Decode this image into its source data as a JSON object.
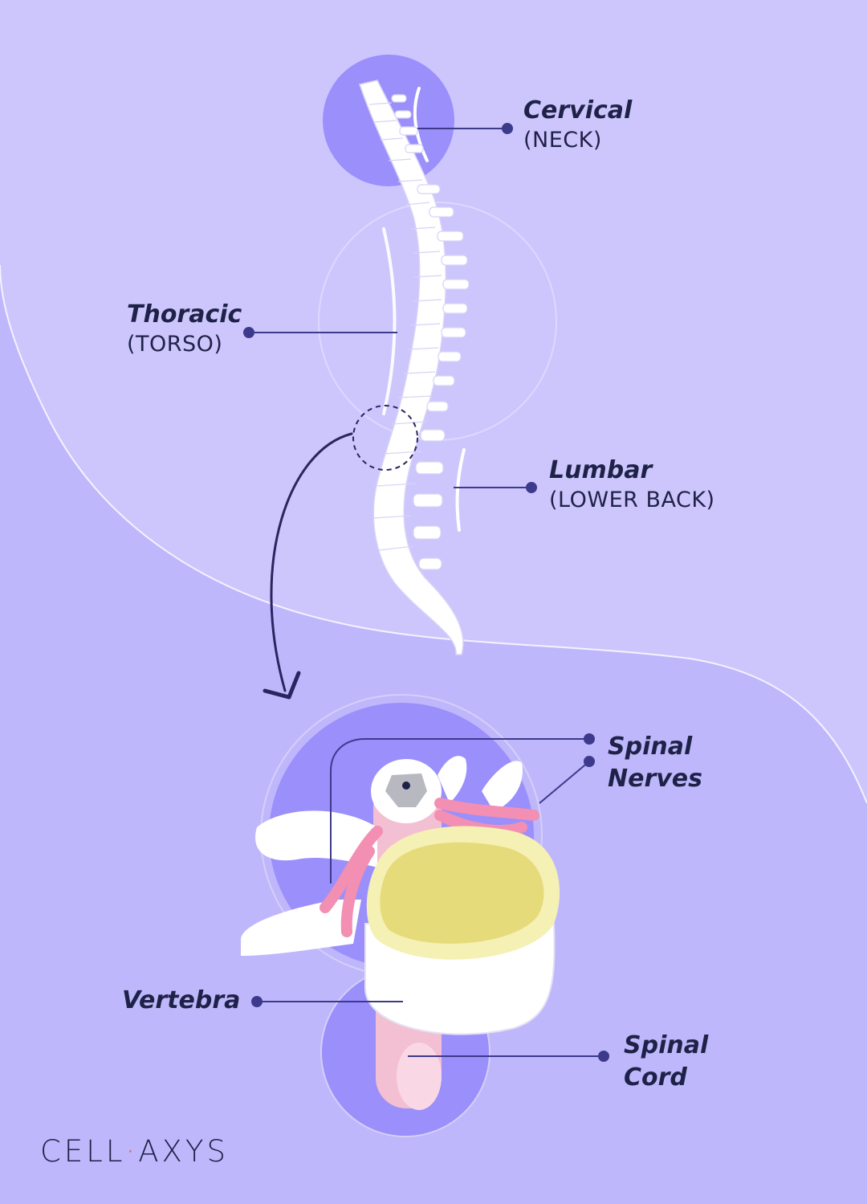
{
  "labels": {
    "cervical": {
      "name": "Cervical",
      "sub": "(NECK)"
    },
    "thoracic": {
      "name": "Thoracic",
      "sub": "(TORSO)"
    },
    "lumbar": {
      "name": "Lumbar",
      "sub": "(LOWER BACK)"
    },
    "spinal_nerves": {
      "line1": "Spinal",
      "line2": "Nerves"
    },
    "vertebra": {
      "name": "Vertebra"
    },
    "spinal_cord": {
      "line1": "Spinal",
      "line2": "Cord"
    }
  },
  "logo": {
    "left": "CELL",
    "dot": "·",
    "right": "AXYS"
  },
  "colors": {
    "background": "#bfb7fb",
    "upper_panel": "#cdc6fd",
    "highlight_circle": "#9a8ffb",
    "bone": "#ffffff",
    "disc": "#e5db7b",
    "nerve": "#f28fb3",
    "cord": "#f3bfd2",
    "ink": "#1f2248",
    "leader_line": "#3d3a8c",
    "logo_accent": "#e25a43"
  },
  "icons": [
    "spine-icon",
    "vertebra-icon",
    "zoom-arrow-icon"
  ]
}
